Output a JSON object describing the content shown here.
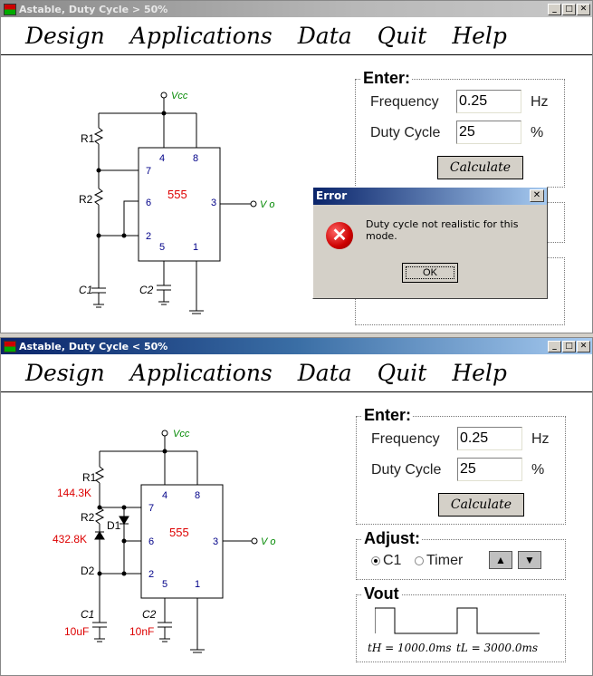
{
  "window1": {
    "title": "Astable, Duty Cycle > 50%",
    "menu": [
      "Design",
      "Applications",
      "Data",
      "Quit",
      "Help"
    ],
    "circuit": {
      "vcc": "Vcc",
      "vo": "V o",
      "chip": "555",
      "pins": [
        "4",
        "8",
        "7",
        "6",
        "2",
        "5",
        "1",
        "3"
      ],
      "r1": "R1",
      "r2": "R2",
      "c1": "C1",
      "c2": "C2"
    },
    "enter": {
      "legend": "Enter:",
      "freq_label": "Frequency",
      "freq_value": "0.25",
      "freq_unit": "Hz",
      "duty_label": "Duty Cycle",
      "duty_value": "25",
      "duty_unit": "%",
      "calculate": "Calculate"
    }
  },
  "dialog": {
    "title": "Error",
    "message": "Duty cycle not realistic for this mode.",
    "ok": "OK",
    "close": "✕"
  },
  "window2": {
    "title": "Astable, Duty Cycle < 50%",
    "menu": [
      "Design",
      "Applications",
      "Data",
      "Quit",
      "Help"
    ],
    "circuit": {
      "vcc": "Vcc",
      "vo": "V o",
      "chip": "555",
      "r1": "R1",
      "r1_val": "144.3K",
      "r2": "R2",
      "r2_val": "432.8K",
      "d1": "D1",
      "d2": "D2",
      "c1": "C1",
      "c1_val": "10uF",
      "c2": "C2",
      "c2_val": "10nF"
    },
    "enter": {
      "legend": "Enter:",
      "freq_label": "Frequency",
      "freq_value": "0.25",
      "freq_unit": "Hz",
      "duty_label": "Duty Cycle",
      "duty_value": "25",
      "duty_unit": "%",
      "calculate": "Calculate"
    },
    "adjust": {
      "legend": "Adjust:",
      "opt1": "C1",
      "opt2": "Timer",
      "selected": "C1"
    },
    "vout": {
      "legend": "Vout",
      "th": "tH = 1000.0ms",
      "tl": "tL = 3000.0ms"
    }
  },
  "titlebar_buttons": {
    "min": "_",
    "max": "□",
    "close": "✕"
  }
}
